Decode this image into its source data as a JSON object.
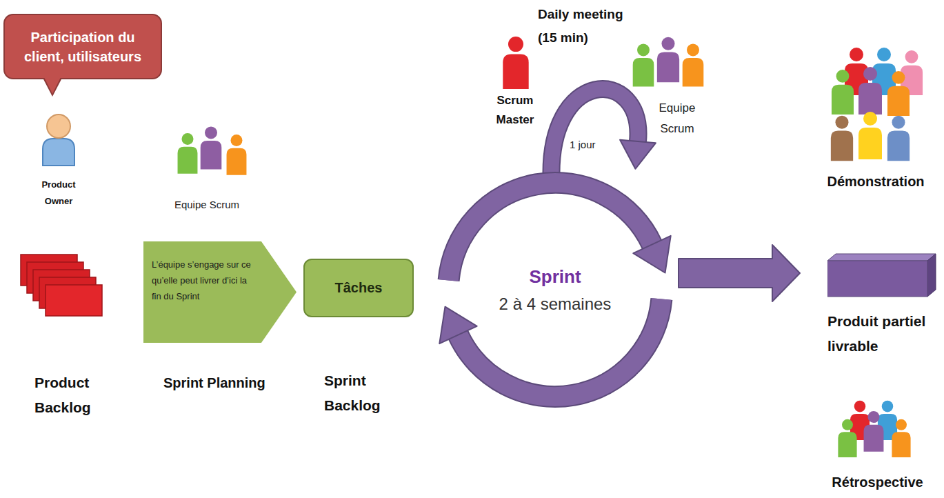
{
  "diagram": {
    "nodes": [
      {
        "text": [
          "Participation du client, utilisateurs"
        ]
      },
      {
        "text": [
          "Product Backlog"
        ]
      },
      {
        "text": [
          "L’équipe s’engage sur ce qu’elle peut livrer d’ici la fin du Sprint",
          "Sprint Planning"
        ]
      },
      {
        "text": [
          "Tâches",
          "Sprint Backlog"
        ]
      },
      {
        "text": [
          "Sprint",
          "2 à 4 semaines"
        ]
      },
      {
        "text": [
          "Produit partiel livrable"
        ]
      }
    ],
    "edges": [
      {
        "from": 4,
        "to": 5,
        "arrow": "to"
      }
    ],
    "labels": [
      "Product Owner",
      "Equipe Scrum",
      "Daily meeting (15 min)",
      "Scrum Master",
      "1 jour",
      "Equipe Scrum",
      "Démonstration",
      "Rétrospective"
    ]
  }
}
